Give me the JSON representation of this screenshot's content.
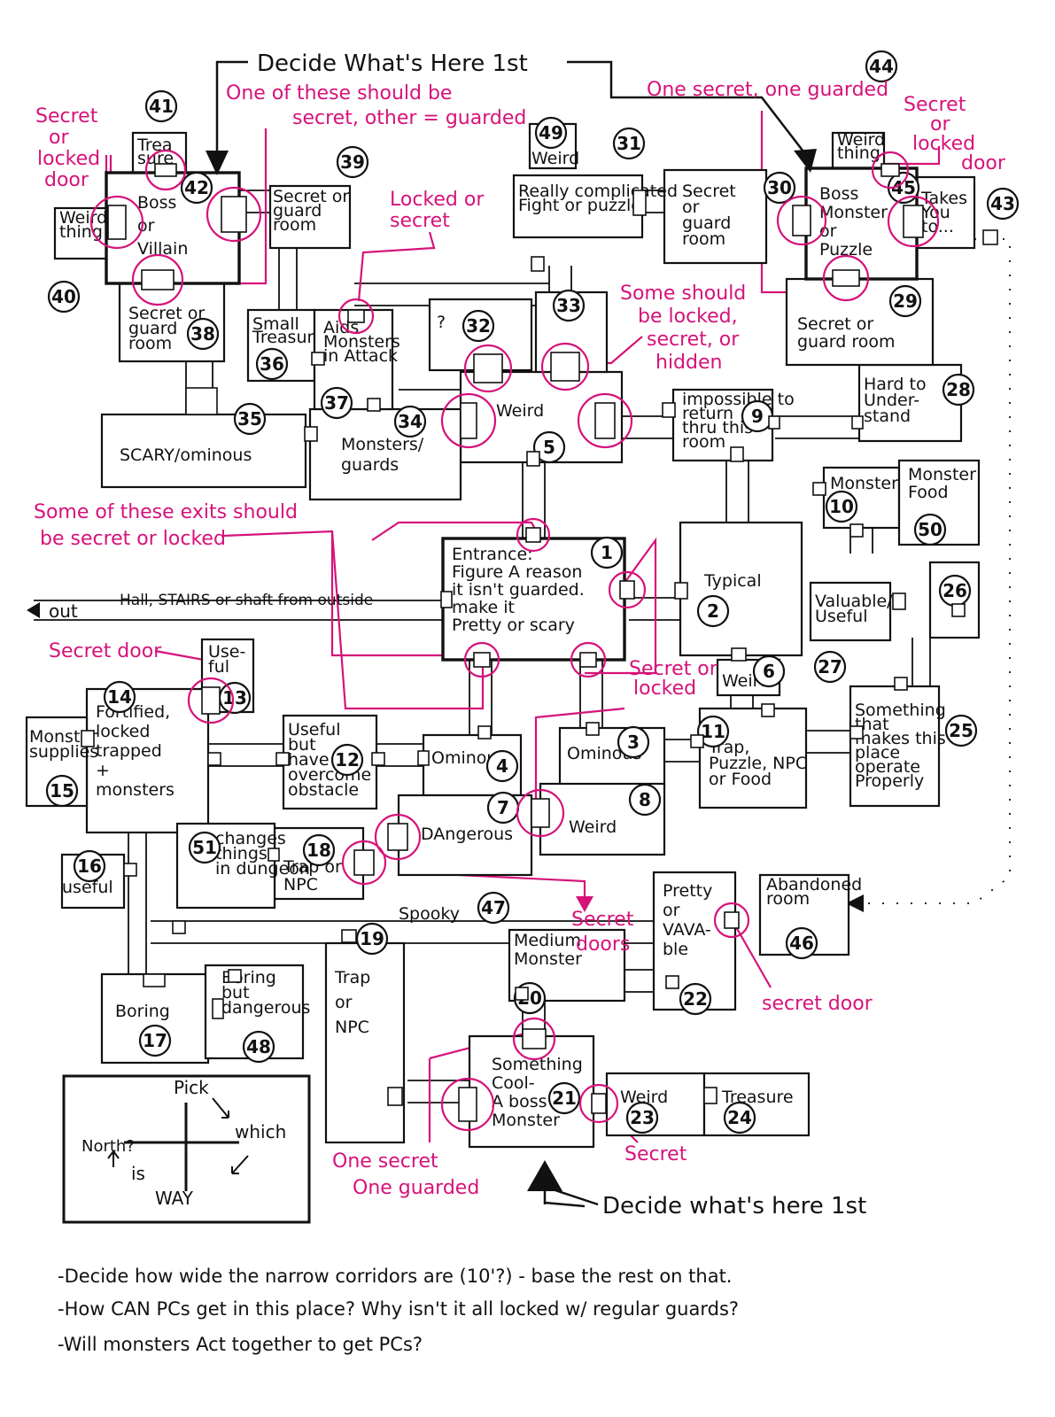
{
  "headline_top": "Decide What's Here 1st",
  "headline_bottom": "Decide what's here 1st",
  "rooms": [
    {
      "id": "r1",
      "num": "1",
      "label": [
        "Entrance:",
        "Figure A reason",
        "it isn't guarded.",
        "make it",
        "Pretty or scary"
      ]
    },
    {
      "id": "r2",
      "num": "2",
      "label": [
        "Typical"
      ]
    },
    {
      "id": "r3",
      "num": "3",
      "label": [
        "Ominous"
      ]
    },
    {
      "id": "r4",
      "num": "4",
      "label": [
        "Ominous"
      ]
    },
    {
      "id": "r5",
      "num": "5",
      "label": [
        "Weird"
      ]
    },
    {
      "id": "r6",
      "num": "6",
      "label": [
        "Weird"
      ]
    },
    {
      "id": "r7",
      "num": "7",
      "label": [
        "DAngerous"
      ]
    },
    {
      "id": "r8",
      "num": "8",
      "label": [
        "Weird"
      ]
    },
    {
      "id": "r9",
      "num": "9",
      "label": [
        "impossible to",
        "return",
        "thru this",
        "room"
      ]
    },
    {
      "id": "r10",
      "num": "10",
      "label": [
        "Monster"
      ]
    },
    {
      "id": "r11",
      "num": "11",
      "label": [
        "Trap,",
        "Puzzle, NPC",
        "or Food"
      ]
    },
    {
      "id": "r12",
      "num": "12",
      "label": [
        "Useful",
        "but",
        "have to",
        "overcome",
        "obstacle"
      ]
    },
    {
      "id": "r13",
      "num": "13",
      "label": [
        "Use-",
        "ful"
      ]
    },
    {
      "id": "r14",
      "num": "14",
      "label": [
        "Fortified,",
        "locked",
        "trapped",
        "+",
        "monsters"
      ]
    },
    {
      "id": "r15",
      "num": "15",
      "label": [
        "Monster",
        "supplies"
      ]
    },
    {
      "id": "r16",
      "num": "16",
      "label": [
        "useful"
      ]
    },
    {
      "id": "r17",
      "num": "17",
      "label": [
        "Boring"
      ]
    },
    {
      "id": "r18",
      "num": "18",
      "label": [
        "Trap or",
        "NPC"
      ]
    },
    {
      "id": "r19",
      "num": "19",
      "label": [
        "Trap",
        "or",
        "NPC"
      ]
    },
    {
      "id": "r20",
      "num": "20",
      "label": [
        "Medium",
        "Monster"
      ]
    },
    {
      "id": "r21",
      "num": "21",
      "label": [
        "Something",
        "Cool-",
        "A boss",
        "Monster"
      ]
    },
    {
      "id": "r22",
      "num": "22",
      "label": [
        "Pretty",
        "or",
        "VAVA-",
        "ble"
      ]
    },
    {
      "id": "r23",
      "num": "23",
      "label": [
        "Weird"
      ]
    },
    {
      "id": "r24",
      "num": "24",
      "label": [
        "Treasure"
      ]
    },
    {
      "id": "r25",
      "num": "25",
      "label": [
        "Something",
        "that",
        "makes this",
        "place",
        "operate",
        "Properly"
      ]
    },
    {
      "id": "r26",
      "num": "26",
      "label": []
    },
    {
      "id": "r27",
      "num": "27",
      "label": [
        "Valuable/",
        "Useful"
      ]
    },
    {
      "id": "r28",
      "num": "28",
      "label": [
        "Hard to",
        "Under-",
        "stand"
      ]
    },
    {
      "id": "r29",
      "num": "29",
      "label": [
        "Secret or",
        "guard room"
      ]
    },
    {
      "id": "r30",
      "num": "30",
      "label": [
        "Secret",
        "or",
        "guard",
        "room"
      ]
    },
    {
      "id": "r31",
      "num": "31",
      "label": [
        "Really complicated",
        "Fight or puzzle"
      ]
    },
    {
      "id": "r32",
      "num": "32",
      "label": [
        "?"
      ]
    },
    {
      "id": "r33",
      "num": "33",
      "label": []
    },
    {
      "id": "r34",
      "num": "34",
      "label": [
        "Monsters/",
        "guards"
      ]
    },
    {
      "id": "r35",
      "num": "35",
      "label": [
        "SCARY/ominous"
      ]
    },
    {
      "id": "r36",
      "num": "36",
      "label": [
        "Small",
        "Treasure"
      ]
    },
    {
      "id": "r37",
      "num": "37",
      "label": [
        "Aids",
        "Monsters",
        "in Attack"
      ]
    },
    {
      "id": "r38",
      "num": "38",
      "label": [
        "Secret or",
        "guard",
        "room"
      ]
    },
    {
      "id": "r39",
      "num": "39",
      "label": [
        "Secret or",
        "guard",
        "room"
      ]
    },
    {
      "id": "r40",
      "num": "40",
      "label": [
        "Weird",
        "thing"
      ]
    },
    {
      "id": "r41",
      "num": "41",
      "label": [
        "Trea",
        "sure"
      ]
    },
    {
      "id": "r42",
      "num": "42",
      "label": [
        "Boss",
        "or",
        "Villain"
      ]
    },
    {
      "id": "r43",
      "num": "43",
      "label": [
        "Takes",
        "You",
        "to..."
      ]
    },
    {
      "id": "r44",
      "num": "44",
      "label": [
        "Weird",
        "thing"
      ]
    },
    {
      "id": "r45",
      "num": "45",
      "label": [
        "Boss",
        "Monster",
        "or",
        "Puzzle"
      ]
    },
    {
      "id": "r46",
      "num": "46",
      "label": [
        "Abandoned",
        "room"
      ]
    },
    {
      "id": "r47",
      "num": "47",
      "label": [
        "Spooky"
      ]
    },
    {
      "id": "r48",
      "num": "48",
      "label": [
        "Boring",
        "but",
        "dangerous"
      ]
    },
    {
      "id": "r49",
      "num": "49",
      "label": [
        "Weird"
      ]
    },
    {
      "id": "r50",
      "num": "50",
      "label": [
        "Monster",
        "Food"
      ]
    },
    {
      "id": "r51",
      "num": "51",
      "label": [
        "changes",
        "things",
        "in dungeon"
      ]
    }
  ],
  "hall_label": "Hall, STAIRS or shaft from outside",
  "out_label": "out",
  "pink_notes": {
    "secret_locked_left": [
      "Secret",
      "or",
      "locked",
      "door"
    ],
    "one_of_these": [
      "One of these should be",
      "secret, other = guarded"
    ],
    "locked_or_secret": [
      "Locked or",
      "secret"
    ],
    "one_secret_top": "One secret, one guarded",
    "secret_locked_right": [
      "Secret",
      "or",
      "locked",
      "door"
    ],
    "some_should": [
      "Some should",
      "be locked,",
      "secret, or",
      "hidden"
    ],
    "some_exits": [
      "Some of these exits should",
      "be secret or locked"
    ],
    "secret_door_left": "Secret door",
    "secret_or_locked_mid": [
      "Secret or",
      "locked"
    ],
    "secret_doors": [
      "Secret",
      "doors"
    ],
    "secret_door_right": "secret door",
    "one_secret_bottom": [
      "One secret",
      "One guarded"
    ],
    "secret_small": "Secret"
  },
  "compass": {
    "pick": "Pick",
    "which": "which",
    "north": "North?",
    "is": "is",
    "way": "WAY"
  },
  "footer_notes": [
    "-Decide how wide the narrow corridors are (10'?) - base the rest on that.",
    "-How CAN PCs get in this place? Why isn't it all locked w/ regular guards?",
    "-Will monsters Act together to get PCs?"
  ],
  "colors": {
    "ink": "#111111",
    "pink": "#d6127a",
    "paper": "#ffffff"
  }
}
